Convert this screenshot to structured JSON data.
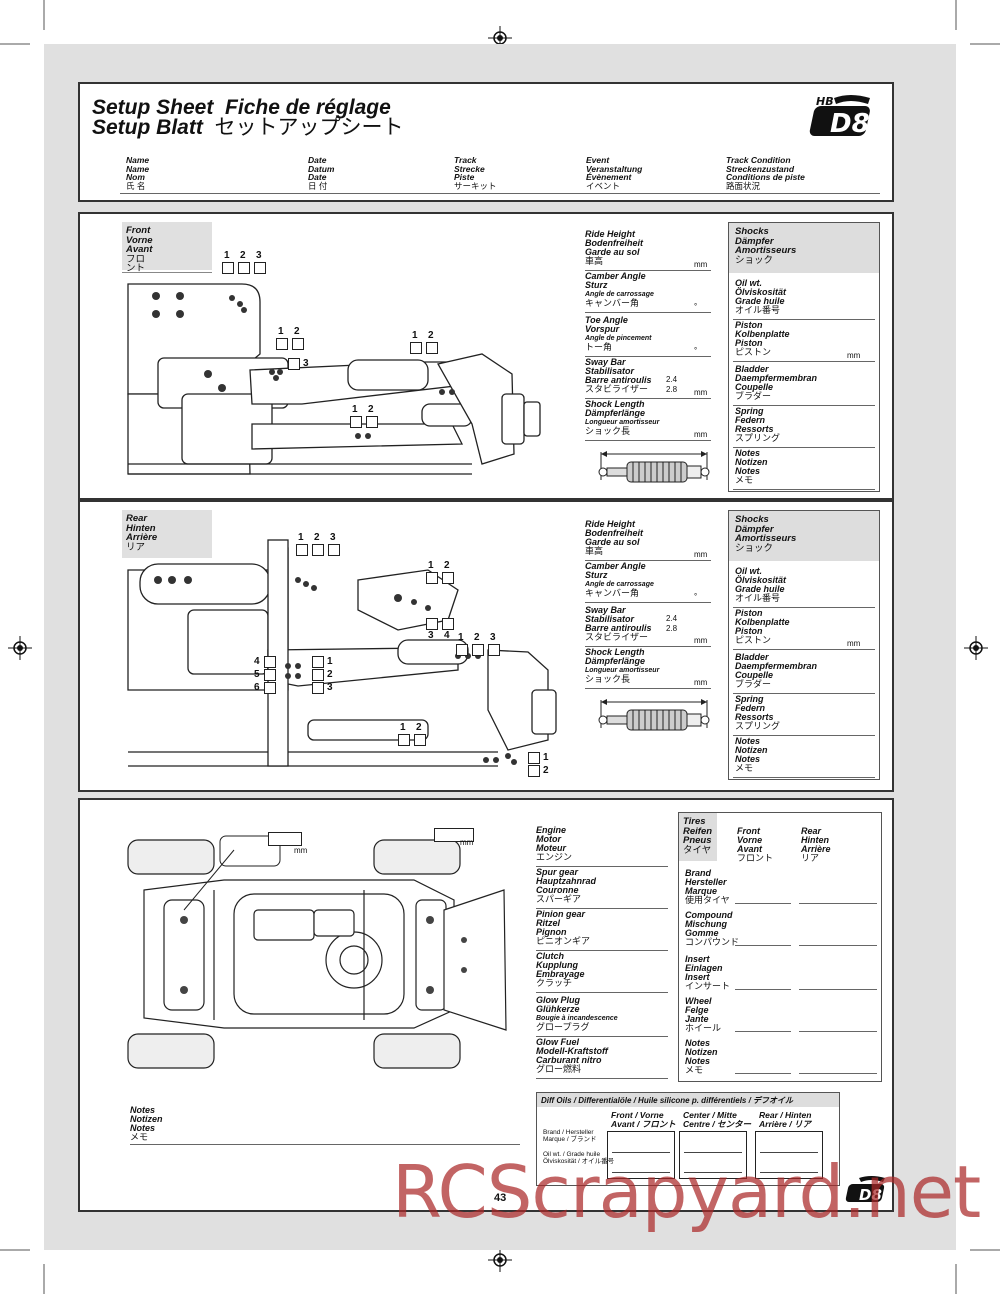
{
  "header": {
    "title_line1_en": "Setup Sheet",
    "title_line1_fr": "Fiche de réglage",
    "title_line2_de": "Setup Blatt",
    "title_line2_jp": "セットアップシート",
    "logo_brand": "HB",
    "logo_model": "D8",
    "fields": [
      {
        "lines": [
          "Name",
          "Name",
          "Nom",
          "氏 名"
        ]
      },
      {
        "lines": [
          "Date",
          "Datum",
          "Date",
          "日 付"
        ]
      },
      {
        "lines": [
          "Track",
          "Strecke",
          "Piste",
          "サーキット"
        ]
      },
      {
        "lines": [
          "Event",
          "Veranstaltung",
          "Évènement",
          "イベント"
        ]
      },
      {
        "lines": [
          "Track Condition",
          "Streckenzustand",
          "Conditions de piste",
          "路面状況"
        ]
      }
    ]
  },
  "front": {
    "label": [
      "Front",
      "Vorne",
      "Avant",
      "フロント"
    ],
    "callouts": {
      "tower": [
        "1",
        "2",
        "3"
      ],
      "upper_inner": [
        "1",
        "2",
        "3"
      ],
      "upper_outer": [
        "1",
        "2"
      ],
      "lower": [
        "1",
        "2"
      ]
    },
    "settings": [
      {
        "lines": [
          "Ride Height",
          "Bodenfreiheit",
          "Garde au sol",
          "車高"
        ],
        "unit": "mm"
      },
      {
        "lines": [
          "Camber Angle",
          "Sturz",
          "Angle de carrossage",
          "キャンバー角"
        ],
        "unit": "°"
      },
      {
        "lines": [
          "Toe Angle",
          "Vorspur",
          "Angle de pincement",
          "トー角"
        ],
        "unit": "°"
      },
      {
        "lines": [
          "Sway Bar",
          "Stabilisator",
          "Barre antiroulis",
          "スタビライザー"
        ],
        "values": [
          "2.4",
          "2.8"
        ],
        "unit": "mm"
      },
      {
        "lines": [
          "Shock Length",
          "Dämpferlänge",
          "Longueur amortisseur",
          "ショック長"
        ],
        "unit": "mm"
      }
    ],
    "shocks": {
      "title": [
        "Shocks",
        "Dämpfer",
        "Amortisseurs",
        "ショック"
      ],
      "rows": [
        {
          "lines": [
            "Oil wt.",
            "Ölviskosität",
            "Grade huile",
            "オイル番号"
          ],
          "unit": ""
        },
        {
          "lines": [
            "Piston",
            "Kolbenplatte",
            "Piston",
            "ピストン"
          ],
          "unit": "mm"
        },
        {
          "lines": [
            "Bladder",
            "Daempfermembran",
            "Coupelle",
            "ブラダー"
          ],
          "unit": ""
        },
        {
          "lines": [
            "Spring",
            "Federn",
            "Ressorts",
            "スプリング"
          ],
          "unit": ""
        },
        {
          "lines": [
            "Notes",
            "Notizen",
            "Notes",
            "メモ"
          ],
          "unit": ""
        }
      ]
    }
  },
  "rear": {
    "label": [
      "Rear",
      "Hinten",
      "Arrière",
      "リア"
    ],
    "callouts": {
      "tower": [
        "1",
        "2",
        "3"
      ],
      "hub": [
        "1",
        "2"
      ],
      "hub_lower": [
        "3",
        "4"
      ],
      "upper_outer": [
        "1",
        "2",
        "3"
      ],
      "inner_left": [
        "4",
        "5",
        "6"
      ],
      "inner_right": [
        "1",
        "2",
        "3"
      ],
      "lower": [
        "1",
        "2"
      ],
      "rear_right": [
        "1",
        "2"
      ]
    },
    "settings": [
      {
        "lines": [
          "Ride Height",
          "Bodenfreiheit",
          "Garde au sol",
          "車高"
        ],
        "unit": "mm"
      },
      {
        "lines": [
          "Camber Angle",
          "Sturz",
          "Angle de carrossage",
          "キャンバー角"
        ],
        "unit": "°"
      },
      {
        "lines": [
          "Sway Bar",
          "Stabilisator",
          "Barre antiroulis",
          "スタビライザー"
        ],
        "values": [
          "2.4",
          "2.8"
        ],
        "unit": "mm"
      },
      {
        "lines": [
          "Shock Length",
          "Dämpferlänge",
          "Longueur amortisseur",
          "ショック長"
        ],
        "unit": "mm"
      }
    ],
    "shocks": {
      "title": [
        "Shocks",
        "Dämpfer",
        "Amortisseurs",
        "ショック"
      ],
      "rows": [
        {
          "lines": [
            "Oil wt.",
            "Ölviskosität",
            "Grade huile",
            "オイル番号"
          ],
          "unit": ""
        },
        {
          "lines": [
            "Piston",
            "Kolbenplatte",
            "Piston",
            "ピストン"
          ],
          "unit": "mm"
        },
        {
          "lines": [
            "Bladder",
            "Daempfermembran",
            "Coupelle",
            "ブラダー"
          ],
          "unit": ""
        },
        {
          "lines": [
            "Spring",
            "Federn",
            "Ressorts",
            "スプリング"
          ],
          "unit": ""
        },
        {
          "lines": [
            "Notes",
            "Notizen",
            "Notes",
            "メモ"
          ],
          "unit": ""
        }
      ]
    }
  },
  "chassis": {
    "mm_labels": [
      "mm",
      "mm"
    ],
    "engine_rows": [
      {
        "lines": [
          "Engine",
          "Motor",
          "Moteur",
          "エンジン"
        ]
      },
      {
        "lines": [
          "Spur gear",
          "Hauptzahnrad",
          "Couronne",
          "スパーギア"
        ]
      },
      {
        "lines": [
          "Pinion gear",
          "Ritzel",
          "Pignon",
          "ピニオンギア"
        ]
      },
      {
        "lines": [
          "Clutch",
          "Kupplung",
          "Embrayage",
          "クラッチ"
        ]
      },
      {
        "lines": [
          "Glow Plug",
          "Glühkerze",
          "Bougie à incandescence",
          "グロープラグ"
        ]
      },
      {
        "lines": [
          "Glow Fuel",
          "Modell-Kraftstoff",
          "Carburant nitro",
          "グロー燃料"
        ]
      }
    ],
    "tires": {
      "title": [
        "Tires",
        "Reifen",
        "Pneus",
        "タイヤ"
      ],
      "front_head": [
        "Front",
        "Vorne",
        "Avant",
        "フロント"
      ],
      "rear_head": [
        "Rear",
        "Hinten",
        "Arrière",
        "リア"
      ],
      "rows": [
        {
          "lines": [
            "Brand",
            "Hersteller",
            "Marque",
            "使用タイヤ"
          ]
        },
        {
          "lines": [
            "Compound",
            "Mischung",
            "Gomme",
            "コンパウンド"
          ]
        },
        {
          "lines": [
            "Insert",
            "Einlagen",
            "Insert",
            "インサート"
          ]
        },
        {
          "lines": [
            "Wheel",
            "Felge",
            "Jante",
            "ホイール"
          ]
        },
        {
          "lines": [
            "Notes",
            "Notizen",
            "Notes",
            "メモ"
          ]
        }
      ]
    },
    "notes": [
      "Notes",
      "Notizen",
      "Notes",
      "メモ"
    ],
    "diff": {
      "title": "Diff Oils / Differentialöle / Huile silicone p. différentiels / デフオイル",
      "row_labels": [
        [
          "Brand / Hersteller",
          "Marque / ブランド"
        ],
        [
          "Oil wt. / Grade huile",
          "Ölviskosität / オイル番号"
        ]
      ],
      "columns": [
        [
          "Front / Vorne",
          "Avant / フロント"
        ],
        [
          "Center / Mitte",
          "Centre / センター"
        ],
        [
          "Rear / Hinten",
          "Arrière / リア"
        ]
      ]
    }
  },
  "footer": {
    "page_number": "43",
    "watermark": "RCScrapyard.net"
  }
}
